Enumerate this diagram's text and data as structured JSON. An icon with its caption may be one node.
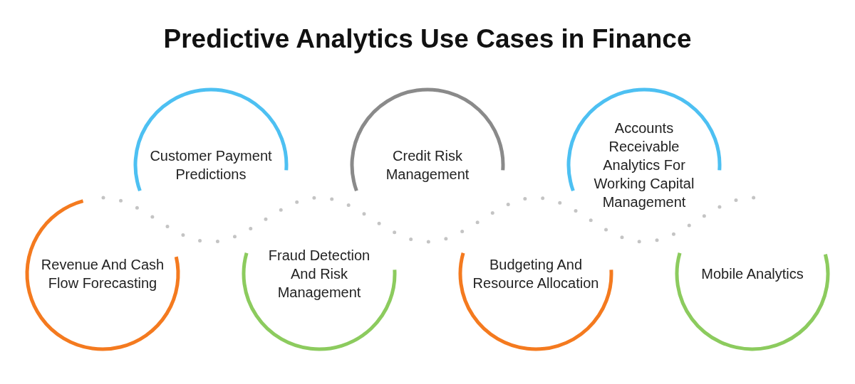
{
  "diagram": {
    "title": "Predictive Analytics Use Cases in Finance",
    "nodes": [
      {
        "text": [
          "Revenue And Cash Flow Forecasting"
        ]
      },
      {
        "text": [
          "Customer Payment Predictions"
        ]
      },
      {
        "text": [
          "Fraud Detection And Risk Management"
        ]
      },
      {
        "text": [
          "Credit Risk Management"
        ]
      },
      {
        "text": [
          "Budgeting And Resource Allocation"
        ]
      },
      {
        "text": [
          "Accounts Receivable Analytics For Working Capital Management"
        ]
      },
      {
        "text": [
          "Mobile Analytics"
        ]
      }
    ]
  }
}
